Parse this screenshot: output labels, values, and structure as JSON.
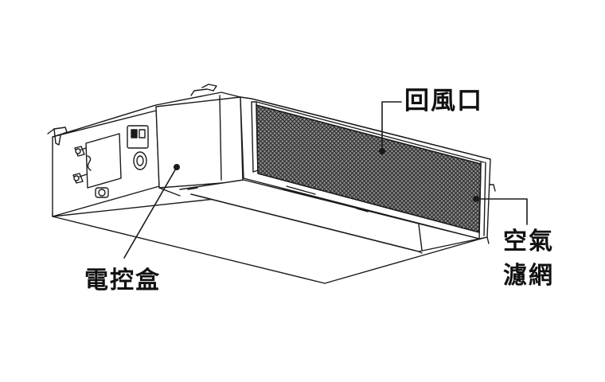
{
  "labels": {
    "return_air": "回風口",
    "control_box": "電控盒",
    "filter_line1": "空氣",
    "filter_line2": "濾網"
  },
  "colors": {
    "line": "#1a1a1a",
    "mesh": "#3a3a3a",
    "background": "#ffffff"
  }
}
